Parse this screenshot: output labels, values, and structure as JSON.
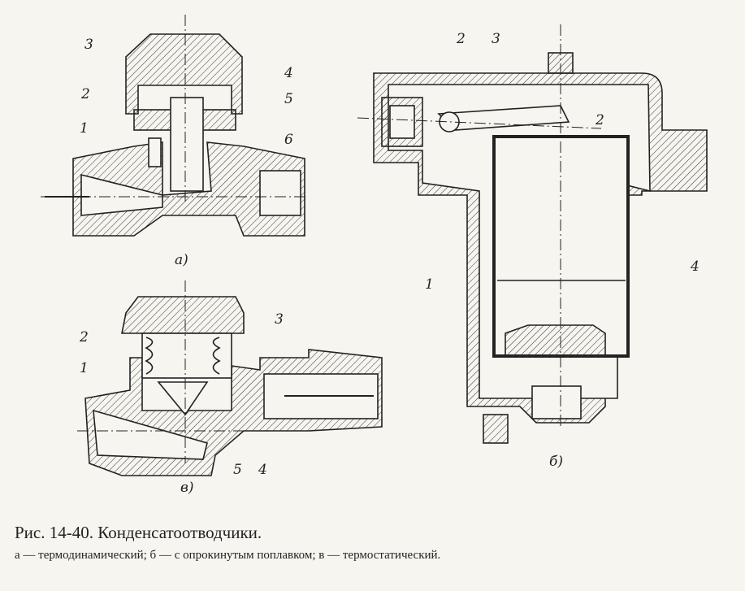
{
  "figure": {
    "title": "Рис. 14-40. Конденсатоотводчики.",
    "legend": "а — термодинамический; б — с опрокинутым поплавком; в — термостатический."
  },
  "drawing_a": {
    "caption": "а)",
    "labels": [
      "3",
      "2",
      "1",
      "4",
      "5",
      "6"
    ]
  },
  "drawing_b": {
    "caption": "б)",
    "labels": [
      "2",
      "3",
      "2",
      "4",
      "1"
    ]
  },
  "drawing_c": {
    "caption": "в)",
    "labels": [
      "2",
      "3",
      "1",
      "5",
      "4"
    ]
  }
}
